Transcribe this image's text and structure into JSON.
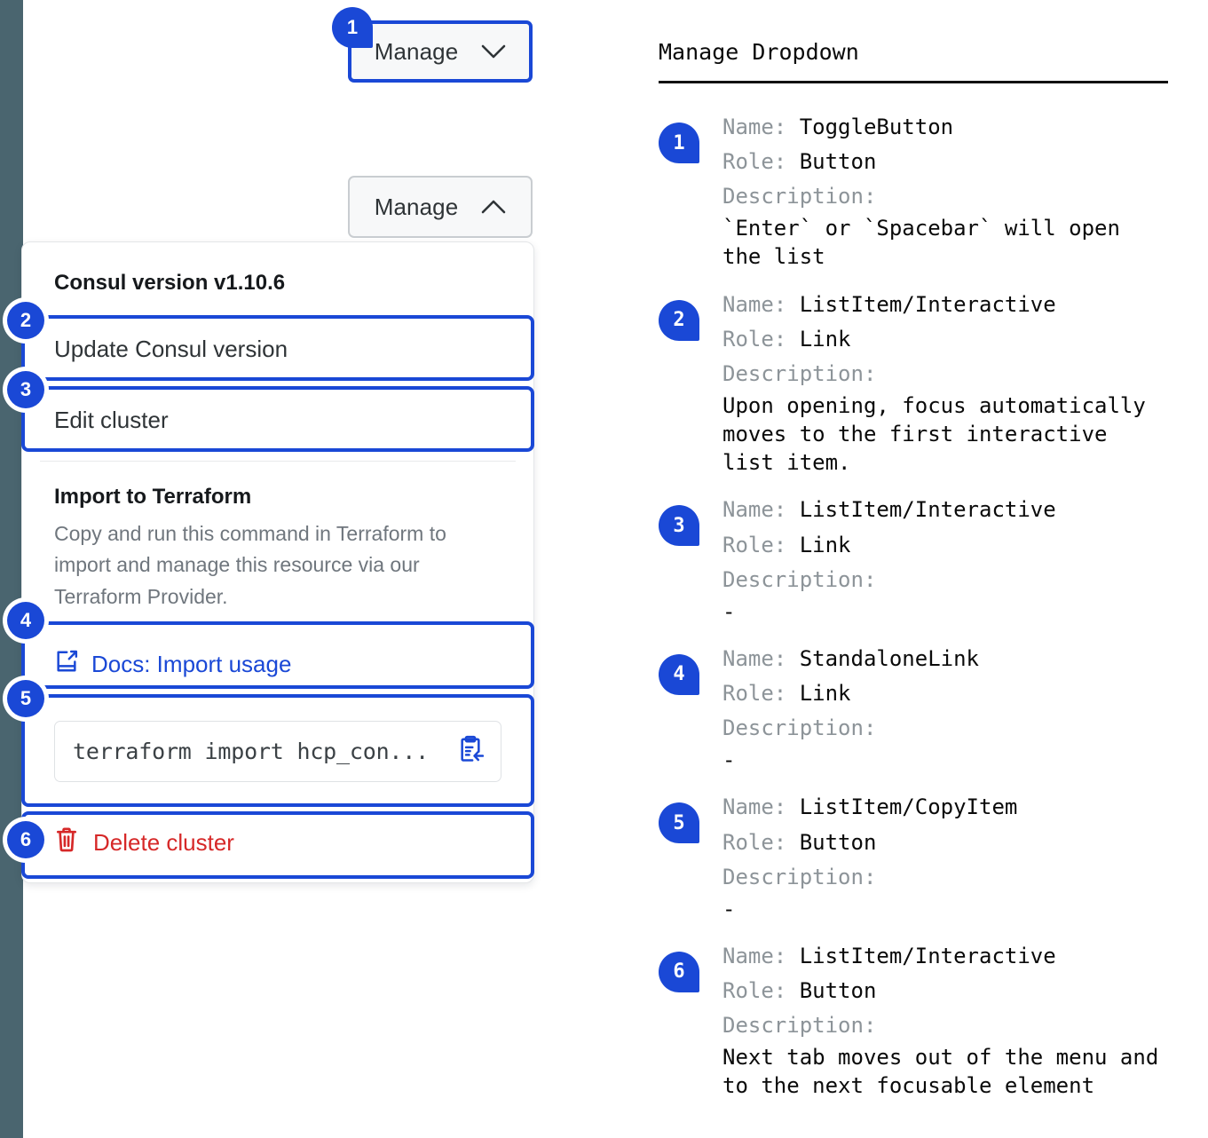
{
  "rail": {
    "color": "#4a656f"
  },
  "accent": {
    "blue": "#1a48d6",
    "red": "#d62828",
    "link": "#1a48d6"
  },
  "left": {
    "manage_button_focused": {
      "label": "Manage",
      "icon": "chevron-down-icon"
    },
    "manage_button_open": {
      "label": "Manage",
      "icon": "chevron-up-icon"
    },
    "dropdown": {
      "version_heading": "Consul version v1.10.6",
      "items": [
        {
          "label": "Update Consul version"
        },
        {
          "label": "Edit cluster"
        }
      ],
      "terraform": {
        "title": "Import to Terraform",
        "description": "Copy and run this command in Terraform to import and manage this resource via our Terraform Provider.",
        "docs_link": "Docs: Import usage",
        "docs_icon": "docs-external-link-icon",
        "command": "terraform import hcp_con...",
        "copy_icon": "clipboard-copy-icon"
      },
      "delete": {
        "label": "Delete cluster",
        "icon": "trash-icon"
      }
    },
    "badges": [
      "1",
      "2",
      "3",
      "4",
      "5",
      "6"
    ]
  },
  "right": {
    "title": "Manage Dropdown",
    "labels": {
      "name": "Name:",
      "role": "Role:",
      "description": "Description:"
    },
    "entries": [
      {
        "badge": "1",
        "name": "ToggleButton",
        "role": "Button",
        "description": "`Enter` or `Spacebar` will open\nthe list"
      },
      {
        "badge": "2",
        "name": "ListItem/Interactive",
        "role": "Link",
        "description": "Upon opening, focus automatically\nmoves to the first interactive\nlist item."
      },
      {
        "badge": "3",
        "name": "ListItem/Interactive",
        "role": "Link",
        "description": "-"
      },
      {
        "badge": "4",
        "name": "StandaloneLink",
        "role": "Link",
        "description": "-"
      },
      {
        "badge": "5",
        "name": "ListItem/CopyItem",
        "role": "Button",
        "description": "-"
      },
      {
        "badge": "6",
        "name": "ListItem/Interactive",
        "role": "Button",
        "description": "Next tab moves out of the menu and\nto the next focusable element"
      }
    ]
  }
}
